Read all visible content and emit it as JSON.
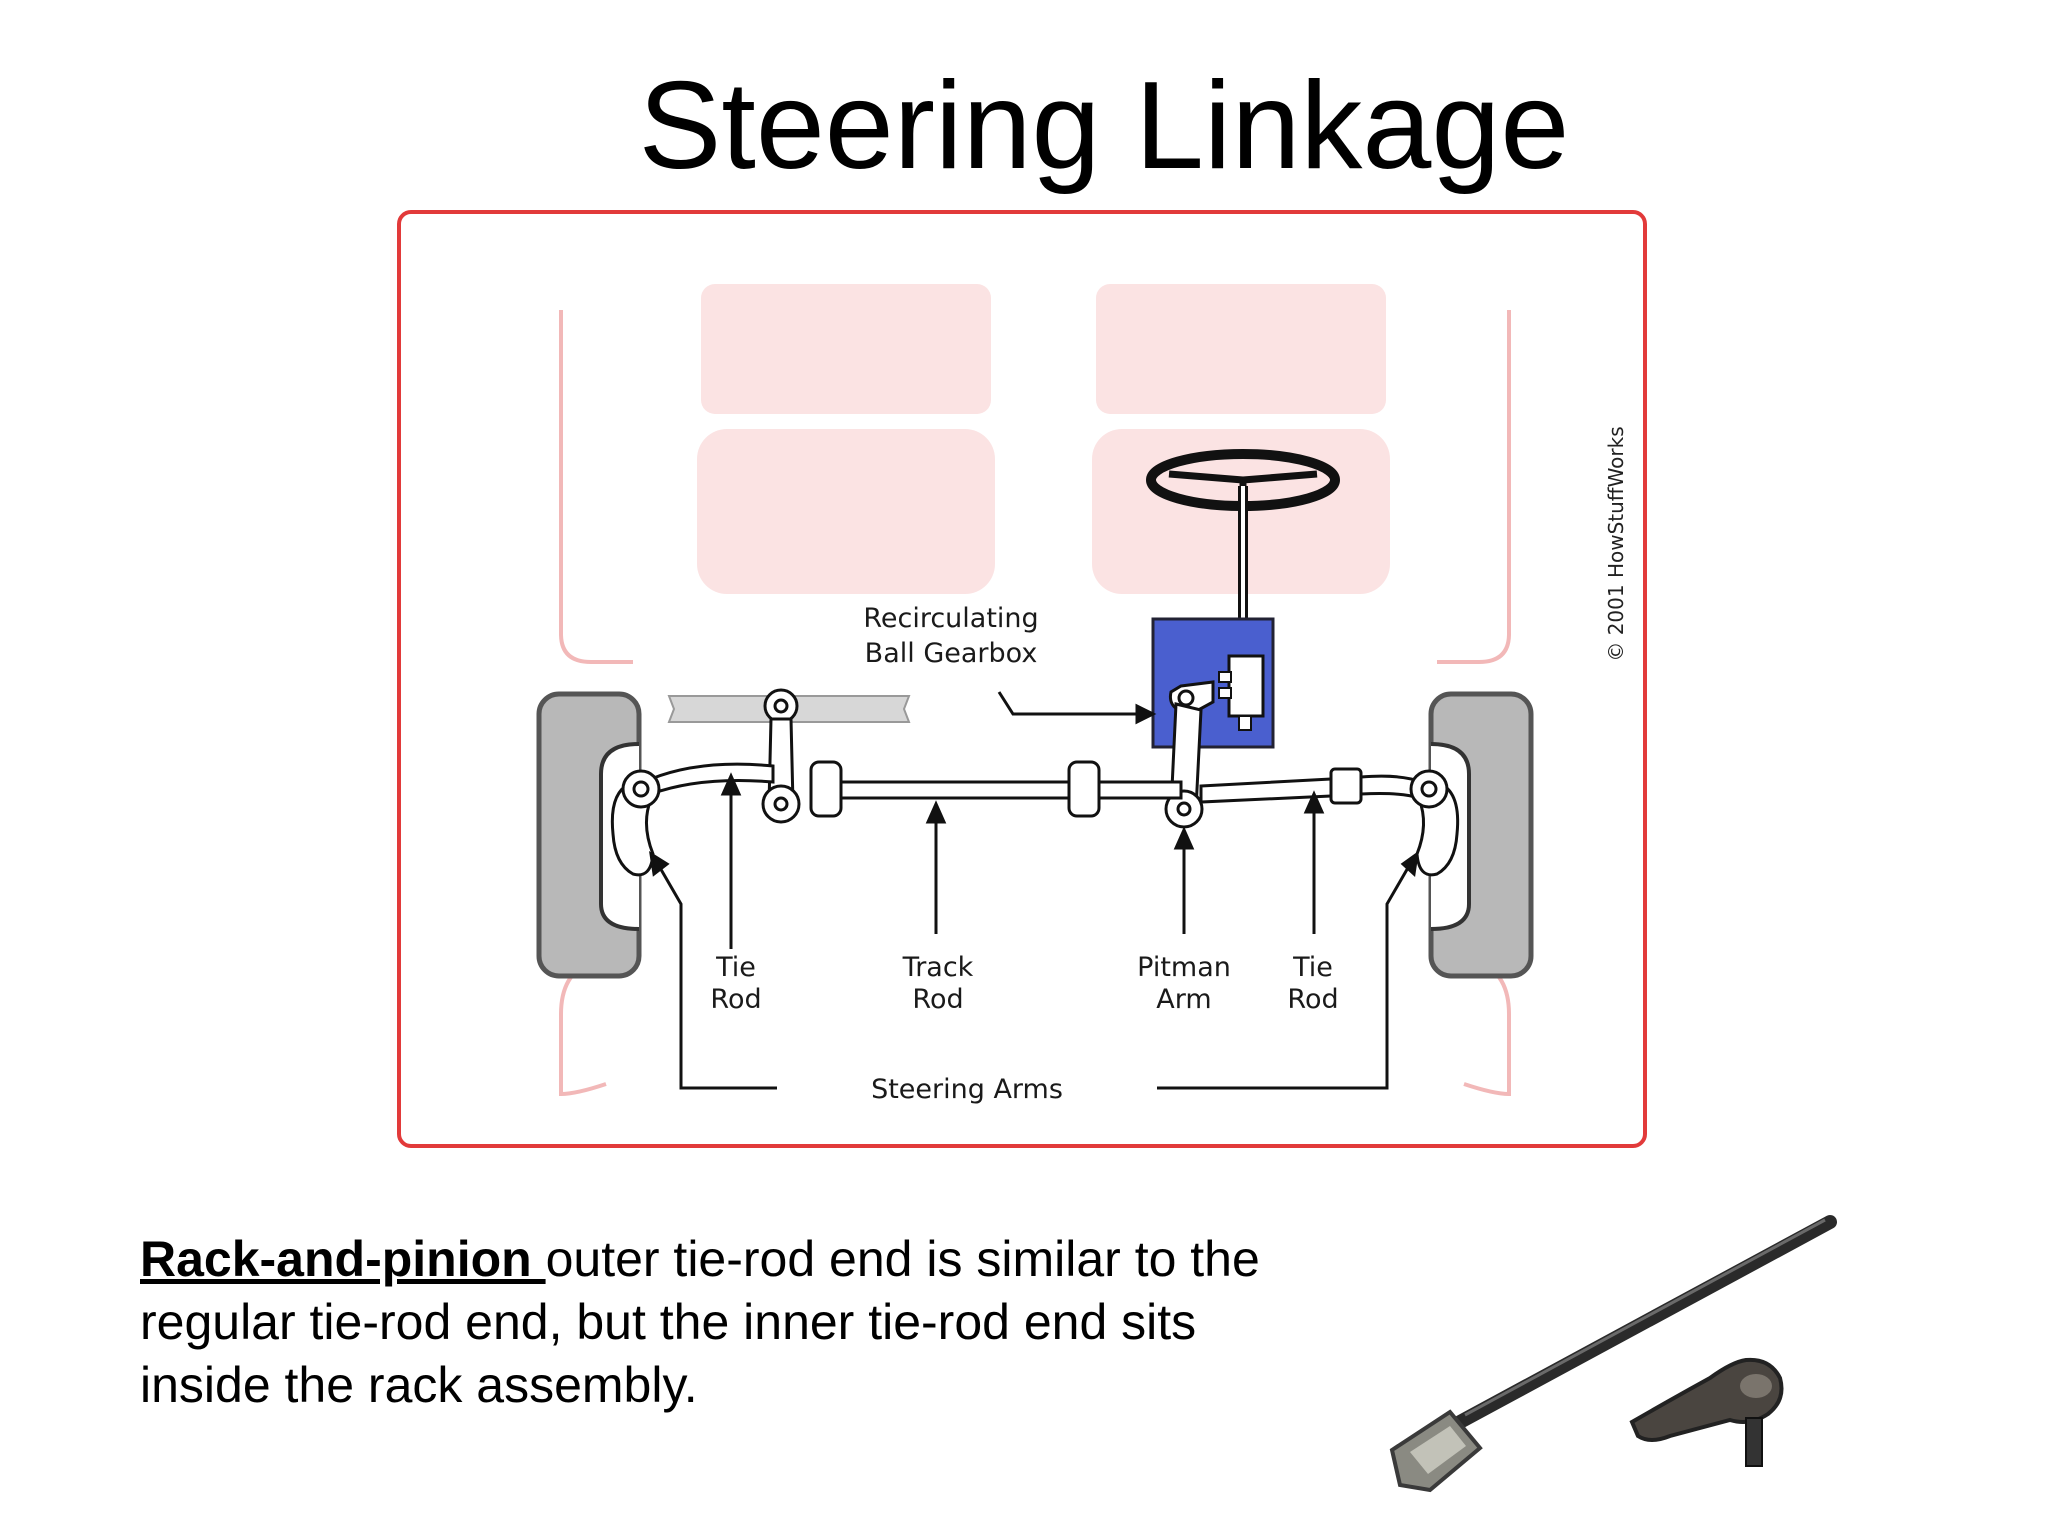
{
  "title": "Steering Linkage",
  "diagram": {
    "copyright": "© 2001 HowStuffWorks",
    "gearbox_label_line1": "Recirculating",
    "gearbox_label_line2": "Ball Gearbox",
    "tie_rod_left": [
      "Tie",
      "Rod"
    ],
    "track_rod": [
      "Track",
      "Rod"
    ],
    "pitman_arm": [
      "Pitman",
      "Arm"
    ],
    "tie_rod_right": [
      "Tie",
      "Rod"
    ],
    "steering_arms": "Steering Arms"
  },
  "body": {
    "term": "Rack-and-pinion ",
    "text": "outer tie-rod end is similar to the regular tie-rod end, but the inner tie-rod end sits inside the rack assembly."
  },
  "colors": {
    "frame": "#e23a3a",
    "seat": "#fbe3e3",
    "gearbox": "#4a5fcf",
    "tire": "#b8b8b8"
  }
}
